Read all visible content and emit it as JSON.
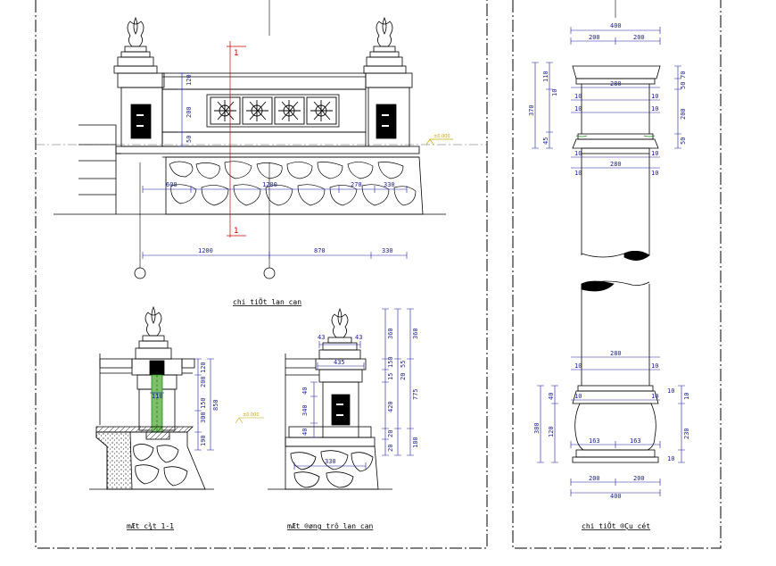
{
  "captions": {
    "railing": "chi tiÕt lan can",
    "section": "mÆt c¾t 1-1",
    "front": "mÆt ®øng trô lan can",
    "column": "chi tiÕt ®Çu cét"
  },
  "section_marks": {
    "top": "1",
    "bottom": "1"
  },
  "axes": {
    "a": "",
    "b": ""
  },
  "level_label": "±0.000",
  "dims": {
    "railing_upper": [
      "600",
      "1200",
      "270",
      "330"
    ],
    "railing_lower": [
      "1200",
      "870",
      "330"
    ],
    "railing_vert": [
      "120",
      "200",
      "50"
    ],
    "section_vert": [
      "120",
      "200",
      "300",
      "150",
      "190",
      "850"
    ],
    "section_horiz": [
      "110"
    ],
    "front_horiz": [
      "43",
      "43",
      "435",
      "330"
    ],
    "front_vert_left": [
      "40",
      "340",
      "40"
    ],
    "front_vert_mid": [
      "360",
      "150",
      "55",
      "15",
      "20",
      "420",
      "20",
      "20"
    ],
    "front_vert_right": [
      "360",
      "775",
      "180"
    ],
    "column_top": [
      "400",
      "200",
      "200",
      "280",
      "280",
      "10",
      "10",
      "10",
      "10",
      "10",
      "10",
      "10",
      "10"
    ],
    "column_top_vert": [
      "370",
      "110",
      "70",
      "50",
      "50",
      "45",
      "10",
      "200"
    ],
    "column_bottom": [
      "280",
      "10",
      "10",
      "163",
      "163",
      "200",
      "200",
      "400",
      "10",
      "10"
    ],
    "column_bottom_vert": [
      "380",
      "40",
      "230",
      "10",
      "120",
      "10",
      "10"
    ]
  }
}
